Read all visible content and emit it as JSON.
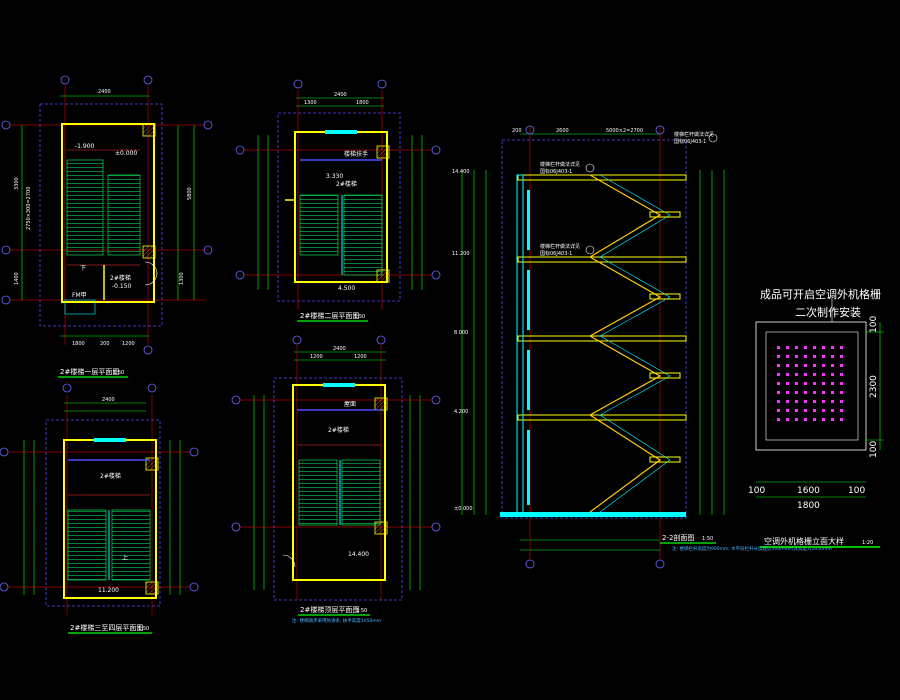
{
  "plans": {
    "p1": {
      "title": "2#楼梯一层平面图",
      "scale": "1:50",
      "dims_top": [
        "2400"
      ],
      "dims_bottom": [
        "1800",
        "200",
        "1200"
      ],
      "dims_left": [
        "3300",
        "2750×300=2700",
        "1400"
      ],
      "dims_right": [
        "5800",
        "1300"
      ],
      "labels": [
        "-1.900",
        "±0.000",
        "2#楼梯",
        "-0.150",
        "FM甲",
        "下"
      ]
    },
    "p2": {
      "title": "2#楼梯二层平面图",
      "scale": "1:50",
      "dims_top": [
        "2400",
        "1300",
        "1800"
      ],
      "labels": [
        "楼梯扶手",
        "2#楼梯",
        "3.330",
        "4.500"
      ]
    },
    "p3": {
      "title": "2#楼梯三至四层平面图",
      "scale": "1:50",
      "dims_top": [
        "2400"
      ],
      "labels": [
        "2#楼梯",
        "11.200",
        "上"
      ]
    },
    "p4": {
      "title": "2#楼梯顶层平面图",
      "scale": "1:50",
      "dims_top": [
        "2400",
        "1200",
        "1200"
      ],
      "labels": [
        "屋面",
        "2#楼梯",
        "14.400"
      ],
      "note": "注: 楼梯踏步采用防滑条, 扶手高度1050mm"
    }
  },
  "section": {
    "title": "2-2剖面图",
    "scale": "1:50",
    "levels": [
      "14.400",
      "11.200",
      "8.000",
      "4.200",
      "±0.000"
    ],
    "callouts": [
      "楼梯栏杆做法详见",
      "国标06J403-1",
      "楼梯栏杆做法详见",
      "国标06J403-1",
      "楼梯栏杆做法详见",
      "国标06J403-1"
    ],
    "dims_top": [
      "200",
      "2600",
      "5000×2=2700"
    ],
    "note": "注: 楼梯栏杆高度为900mm, 水平段栏杆长度超过500mm时其高度为1050mm"
  },
  "detail": {
    "title": "空调外机格栅立面大样",
    "scale": "1:20",
    "caption1": "成品可开启空调外机格栅",
    "caption2": "二次制作安装",
    "dims_bottom": [
      "100",
      "1600",
      "100"
    ],
    "dims_total": "1800",
    "dims_right": [
      "100",
      "2300",
      "100"
    ]
  },
  "colors": {
    "background": "#000000",
    "wall": "#ffff00",
    "hatch": "#00ffff",
    "dim_line": "#00ff00",
    "grid_line": "#ff0000",
    "axis_circle": "#6666ff",
    "dots": "#ff33ff",
    "frame": "#4d4dff",
    "title_underline": "#00ff00"
  }
}
